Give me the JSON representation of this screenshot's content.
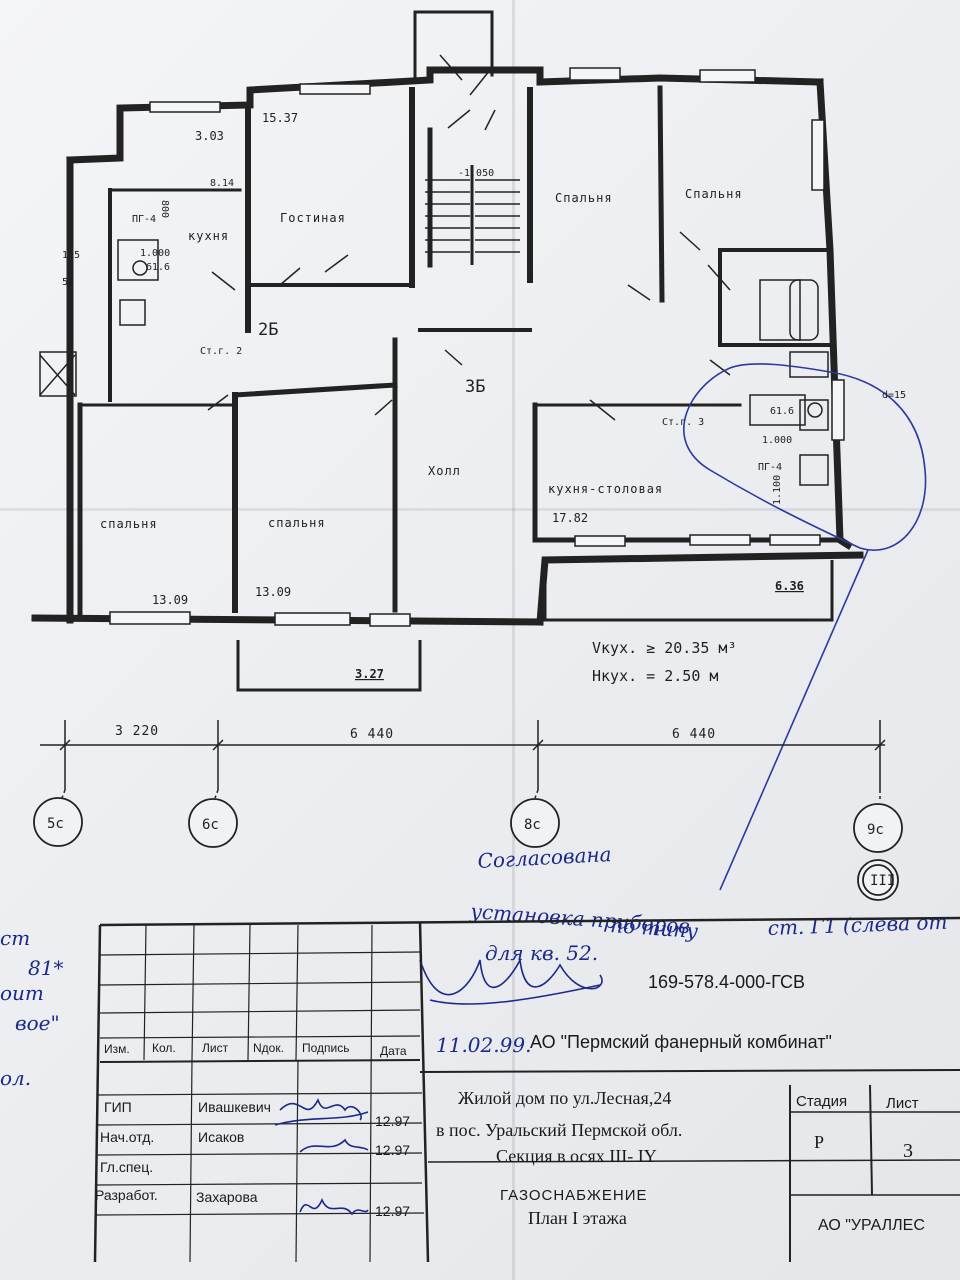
{
  "rooms": {
    "living": "Гостиная",
    "kitchen_left": "кухня",
    "bedroom_top1": "Спальня",
    "bedroom_top2": "Спальня",
    "hall": "Холл",
    "kitchen_dining": "кухня-столовая",
    "bedroom_bottom1": "спальня",
    "bedroom_bottom2": "спальня"
  },
  "areas": {
    "a303": "3.03",
    "a1537": "15.37",
    "a814": "8.14",
    "a1782": "17.82",
    "a1309a": "13.09",
    "a1309b": "13.09",
    "a636": "6.36",
    "a327": "3.27"
  },
  "tags": {
    "pg4_left": "ПГ-4",
    "pg4_right": "ПГ-4",
    "stg2": "Ст.г. 2",
    "stg3": "Ст.г. 3",
    "b61_left": "61.6",
    "b61_right": "61.6",
    "b1000_left": "1.000",
    "b1000_right": "1.000",
    "b800": "800",
    "b1100": "1.100",
    "elev": "-1.050",
    "apt2b": "2Б",
    "apt3b": "3Б",
    "d15": "d=15",
    "side15": "1.5",
    "side51": "51"
  },
  "kitchen_notes": {
    "volume": "Vкух. ≥ 20.35 м³",
    "height": "Hкух. = 2.50 м"
  },
  "dimensions": [
    "3 220",
    "6 440",
    "6 440"
  ],
  "axes": [
    "5с",
    "6с",
    "8с",
    "9с"
  ],
  "section_mark": "III",
  "handwriting": {
    "line1": "Согласована",
    "line2": "установка приборов",
    "line3": "по типу",
    "line4": "ст. Г1 (слева от",
    "line5": "для кв. 52.",
    "date": "11.02.99."
  },
  "title_block": {
    "doc_code": "169-578.4-000-ГСВ",
    "org": "АО \"Пермский фанерный комбинат\"",
    "header_cols": [
      "Изм.",
      "Кол.",
      "Лист",
      "Nдок.",
      "Подпись",
      "Дата"
    ],
    "staff": [
      {
        "role": "ГИП",
        "name": "Ивашкевич",
        "date": "12.97"
      },
      {
        "role": "Нач.отд.",
        "name": "Исаков",
        "date": "12.97"
      },
      {
        "role": "Гл.спец.",
        "name": "",
        "date": ""
      },
      {
        "role": "Разработ.",
        "name": "Захарова",
        "date": "12.97"
      }
    ],
    "project_line1": "Жилой дом по ул.Лесная,24",
    "project_line2": "в пос. Уральский Пермской обл.",
    "project_line3": "Секция в осях III- IY",
    "stage_label": "Стадия",
    "stage_value": "Р",
    "sheet_label": "Лист",
    "sheet_value": "3",
    "drawing_title1": "ГАЗОСНАБЖЕНИЕ",
    "drawing_title2": "План I этажа",
    "org2": "АО \"УРАЛЛЕС"
  },
  "margin_marks": [
    "ст",
    "81*",
    "оит",
    "вое\"",
    "ол."
  ]
}
